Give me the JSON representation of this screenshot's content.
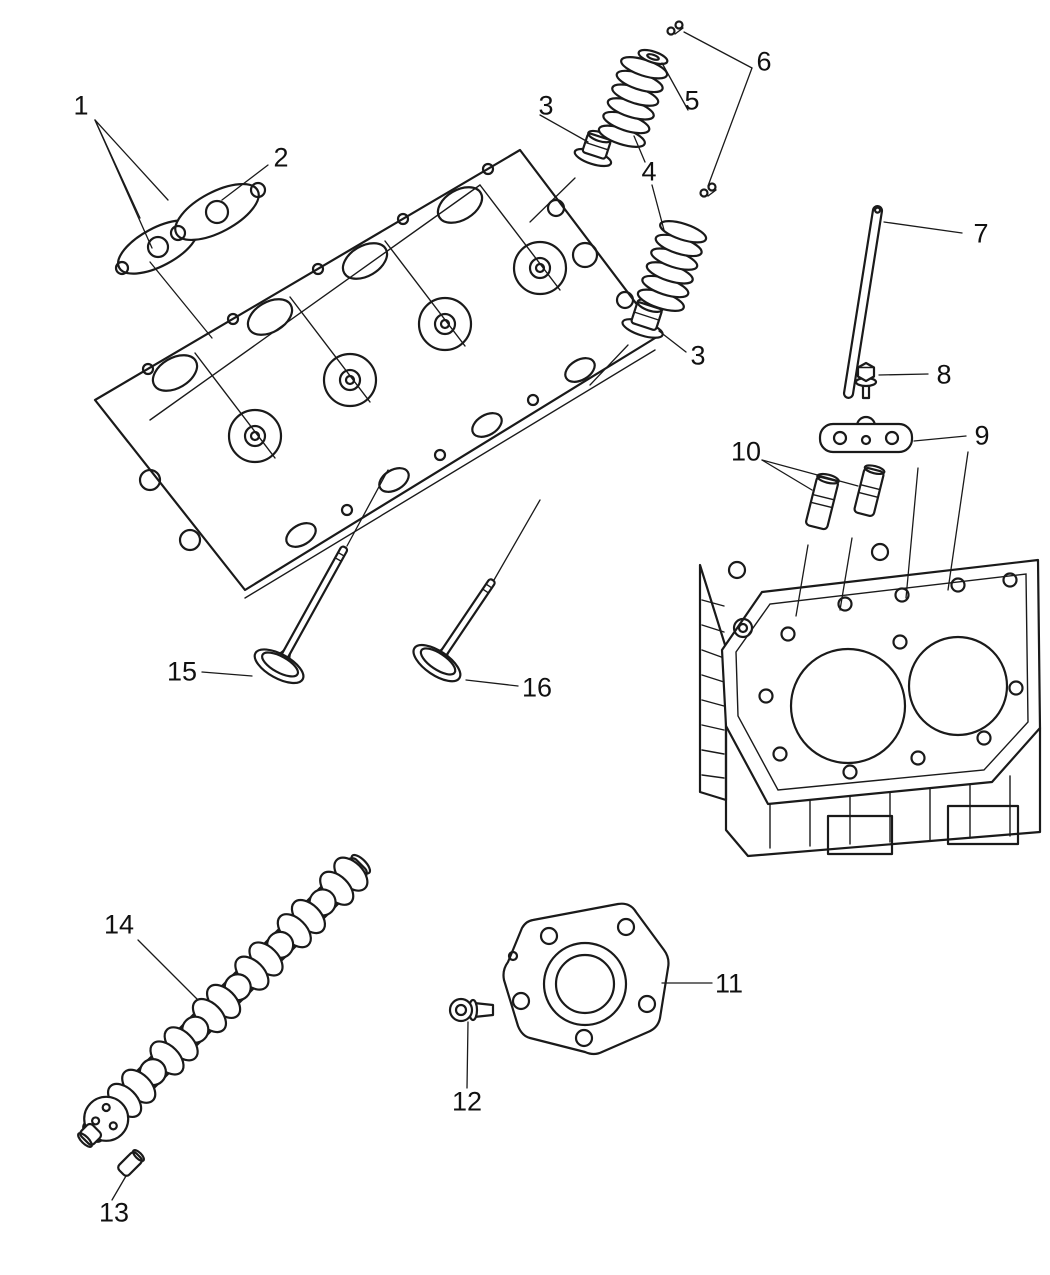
{
  "diagram": {
    "line_color": "#1a1a1a",
    "background_color": "#ffffff"
  },
  "callouts": [
    {
      "label": "1"
    },
    {
      "label": "2"
    },
    {
      "label": "3"
    },
    {
      "label": "4"
    },
    {
      "label": "5"
    },
    {
      "label": "6"
    },
    {
      "label": "3"
    },
    {
      "label": "7"
    },
    {
      "label": "8"
    },
    {
      "label": "9"
    },
    {
      "label": "10"
    },
    {
      "label": "11"
    },
    {
      "label": "12"
    },
    {
      "label": "13"
    },
    {
      "label": "14"
    },
    {
      "label": "15"
    },
    {
      "label": "16"
    }
  ]
}
